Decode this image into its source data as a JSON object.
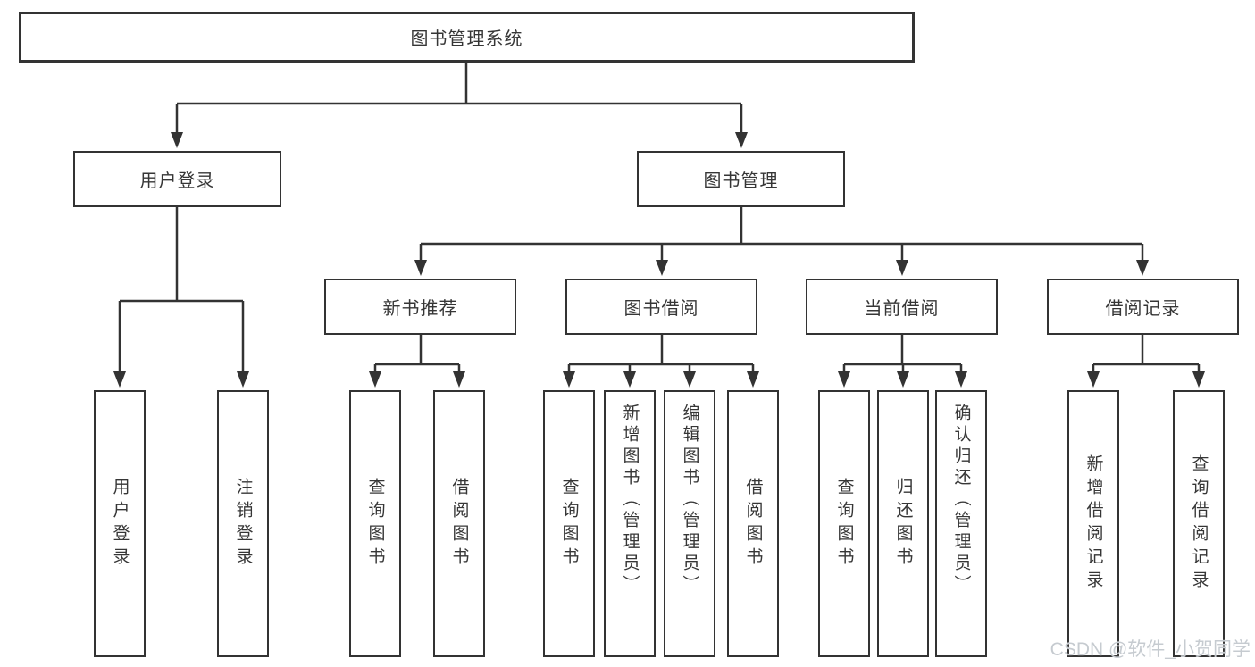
{
  "diagram": {
    "root": "图书管理系统",
    "level2": [
      "用户登录",
      "图书管理"
    ],
    "level3": [
      "新书推荐",
      "图书借阅",
      "当前借阅",
      "借阅记录"
    ],
    "user_login_children": [
      "用户登录",
      "注销登录"
    ],
    "new_book_children": [
      "查询图书",
      "借阅图书"
    ],
    "borrowing_children": [
      "查询图书",
      "新增图书（管理员）",
      "编辑图书（管理员）",
      "借阅图书"
    ],
    "current_children": [
      "查询图书",
      "归还图书",
      "确认归还（管理员）"
    ],
    "records_children": [
      "新增借阅记录",
      "查询借阅记录"
    ]
  },
  "watermark": "CSDN @软件_小贺同学",
  "colors": {
    "line": "#333333",
    "text": "#363636",
    "background": "#ffffff",
    "watermark": "#c6cbd0"
  }
}
